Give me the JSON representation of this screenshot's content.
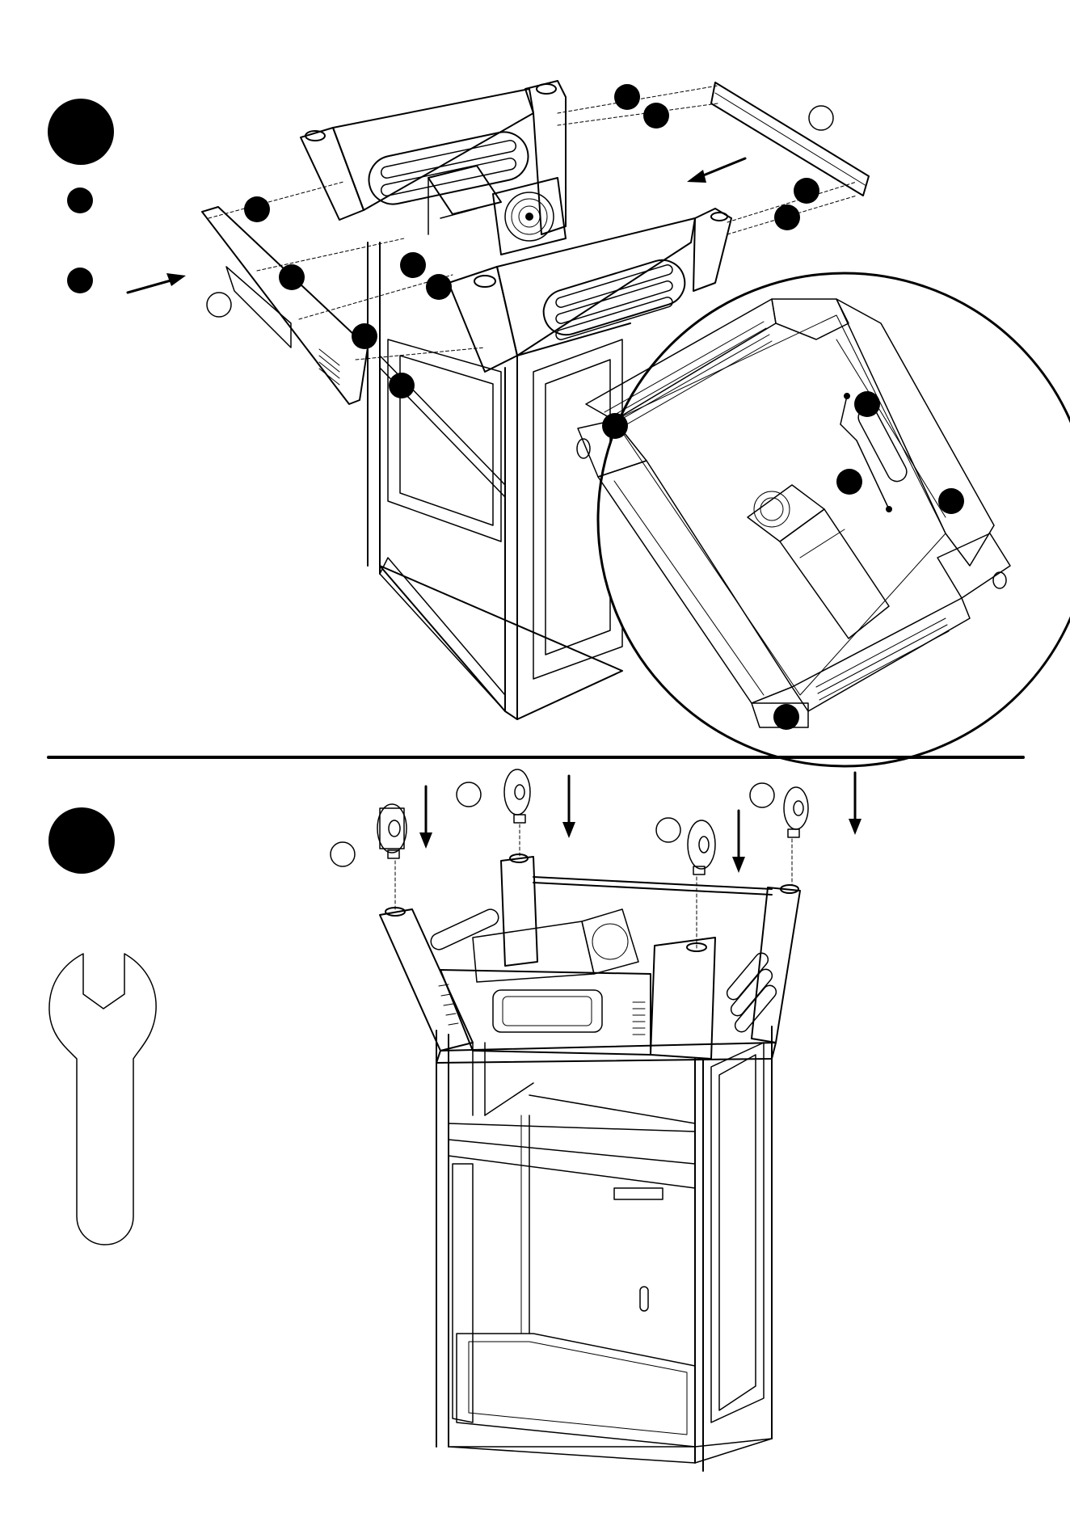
{
  "page": {
    "background": "#ffffff",
    "ink": "#000000",
    "steps": [
      {
        "id": "step-a",
        "section": "top",
        "label_visible": false
      },
      {
        "id": "step-b",
        "section": "bottom",
        "label_visible": false
      }
    ],
    "callouts": {
      "filled": 20,
      "open": 7
    },
    "tool_icon": "wrench-icon",
    "zoom_detail": "magnified-underside-view"
  }
}
